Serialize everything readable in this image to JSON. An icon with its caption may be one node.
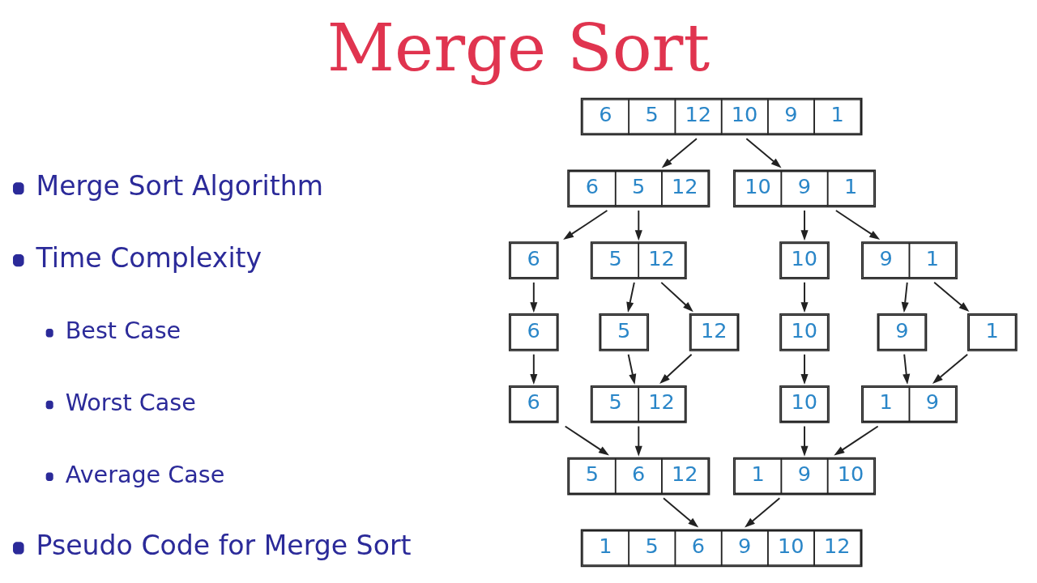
{
  "diagram": {
    "title": "Merge Sort",
    "nodes": [
      {
        "text": [
          "6",
          "5",
          "12",
          "10",
          "9",
          "1"
        ]
      },
      {
        "text": [
          "6",
          "5",
          "12"
        ]
      },
      {
        "text": [
          "10",
          "9",
          "1"
        ]
      },
      {
        "text": [
          "6"
        ]
      },
      {
        "text": [
          "5",
          "12"
        ]
      },
      {
        "text": [
          "10"
        ]
      },
      {
        "text": [
          "9",
          "1"
        ]
      },
      {
        "text": [
          "6"
        ]
      },
      {
        "text": [
          "5"
        ]
      },
      {
        "text": [
          "12"
        ]
      },
      {
        "text": [
          "10"
        ]
      },
      {
        "text": [
          "9"
        ]
      },
      {
        "text": [
          "1"
        ]
      },
      {
        "text": [
          "6"
        ]
      },
      {
        "text": [
          "5",
          "12"
        ]
      },
      {
        "text": [
          "10"
        ]
      },
      {
        "text": [
          "1",
          "9"
        ]
      },
      {
        "text": [
          "5",
          "6",
          "12"
        ]
      },
      {
        "text": [
          "1",
          "9",
          "10"
        ]
      },
      {
        "text": [
          "1",
          "5",
          "6",
          "9",
          "10",
          "12"
        ]
      }
    ],
    "edges": [
      {
        "from": 0,
        "to": 1,
        "arrow": "to"
      },
      {
        "from": 0,
        "to": 2,
        "arrow": "to"
      },
      {
        "from": 1,
        "to": 3,
        "arrow": "to"
      },
      {
        "from": 1,
        "to": 4,
        "arrow": "to"
      },
      {
        "from": 2,
        "to": 5,
        "arrow": "to"
      },
      {
        "from": 2,
        "to": 6,
        "arrow": "to"
      },
      {
        "from": 3,
        "to": 7,
        "arrow": "to"
      },
      {
        "from": 4,
        "to": 8,
        "arrow": "to"
      },
      {
        "from": 4,
        "to": 9,
        "arrow": "to"
      },
      {
        "from": 5,
        "to": 10,
        "arrow": "to"
      },
      {
        "from": 6,
        "to": 11,
        "arrow": "to"
      },
      {
        "from": 6,
        "to": 12,
        "arrow": "to"
      },
      {
        "from": 7,
        "to": 13,
        "arrow": "to"
      },
      {
        "from": 8,
        "to": 14,
        "arrow": "to"
      },
      {
        "from": 9,
        "to": 14,
        "arrow": "to"
      },
      {
        "from": 10,
        "to": 15,
        "arrow": "to"
      },
      {
        "from": 11,
        "to": 16,
        "arrow": "to"
      },
      {
        "from": 12,
        "to": 16,
        "arrow": "to"
      },
      {
        "from": 13,
        "to": 17,
        "arrow": "to"
      },
      {
        "from": 14,
        "to": 17,
        "arrow": "to"
      },
      {
        "from": 15,
        "to": 18,
        "arrow": "to"
      },
      {
        "from": 16,
        "to": 18,
        "arrow": "to"
      },
      {
        "from": 17,
        "to": 19,
        "arrow": "to"
      },
      {
        "from": 18,
        "to": 19,
        "arrow": "to"
      }
    ],
    "labels": [
      "Merge Sort Algorithm",
      "Time Complexity",
      "Best Case",
      "Worst Case",
      "Average Case",
      "Pseudo Code for Merge Sort"
    ]
  }
}
